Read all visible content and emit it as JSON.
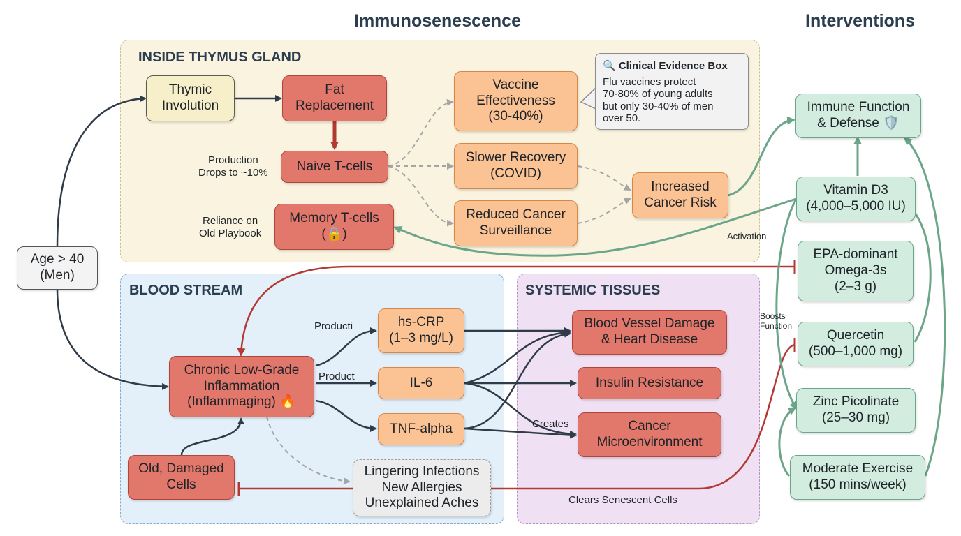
{
  "headings": {
    "immuno": "Immunosenescence",
    "interventions": "Interventions"
  },
  "regions": {
    "thymus": "INSIDE THYMUS GLAND",
    "blood": "BLOOD STREAM",
    "systemic": "SYSTEMIC TISSUES"
  },
  "nodes": {
    "age": "Age > 40\n(Men)",
    "thymic": "Thymic\nInvolution",
    "fat": "Fat\nReplacement",
    "naive": "Naive T-cells",
    "memory": "Memory T-cells\n(🔒)",
    "vaccine": "Vaccine\nEffectiveness\n(30-40%)",
    "slower": "Slower Recovery\n(COVID)",
    "reduced": "Reduced Cancer\nSurveillance",
    "increased": "Increased\nCancer Risk",
    "inflam": "Chronic Low-Grade\nInflammation\n(Inflammaging) 🔥",
    "hscrp": "hs-CRP\n(1–3 mg/L)",
    "il6": "IL-6",
    "tnf": "TNF-alpha",
    "old": "Old, Damaged\nCells",
    "linger": "Lingering Infections\nNew Allergies\nUnexplained Aches",
    "vessel": "Blood Vessel Damage\n& Heart Disease",
    "insulin": "Insulin Resistance",
    "cancer_micro": "Cancer\nMicroenvironment",
    "immune": "Immune Function\n& Defense 🛡️",
    "vitd": "Vitamin D3\n(4,000–5,000 IU)",
    "epa": "EPA-dominant\nOmega-3s\n(2–3 g)",
    "quercetin": "Quercetin\n(500–1,000 mg)",
    "zinc": "Zinc Picolinate\n(25–30 mg)",
    "exercise": "Moderate Exercise\n(150 mins/week)"
  },
  "evidence": {
    "title": "🔍 Clinical Evidence Box",
    "body": "Flu vaccines protect\n70-80% of young adults\nbut only 30-40% of men\nover 50."
  },
  "labels": {
    "production": "Production\nDrops to ~10%",
    "reliance": "Reliance on\nOld Playbook",
    "activation": "Activation",
    "boosts": "Boosts\nFunction",
    "producti": "Producti",
    "product": "Product",
    "creates": "Creates",
    "clears": "Clears Senescent Cells"
  },
  "colors": {
    "dark_arrow": "#2f3b48",
    "red_arrow": "#b23a33",
    "green_arrow": "#6ba58a",
    "dashed_arrow": "#a5a5a5",
    "thymus_bg": "#faf3df",
    "blood_bg": "#e3eff9",
    "systemic_bg": "#efe1f3"
  }
}
